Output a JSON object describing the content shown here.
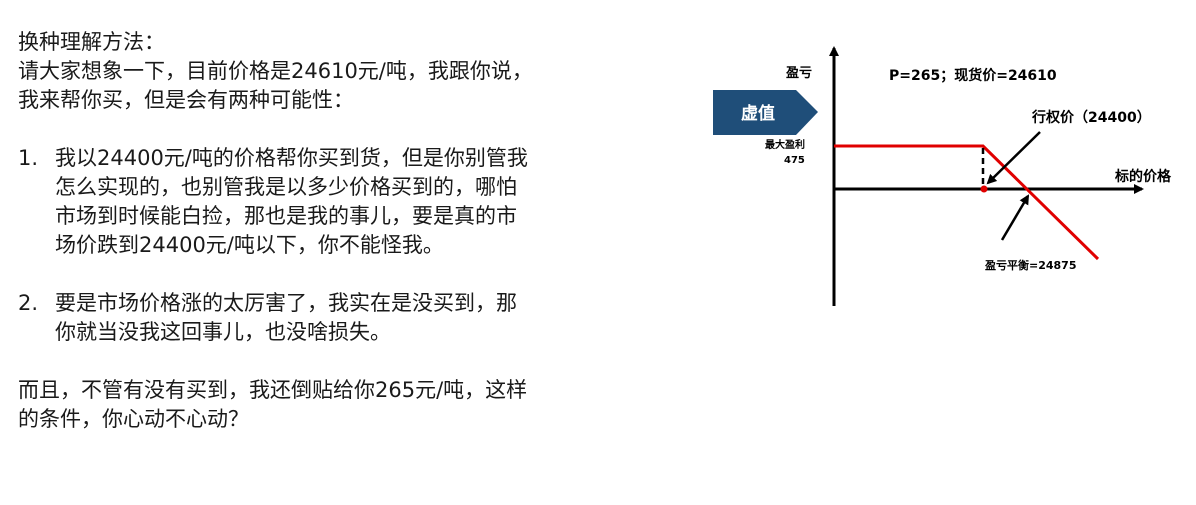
{
  "text": {
    "heading": "换种理解方法：",
    "intro_line1": "请大家想象一下，目前价格是24610元/吨，我跟你说，",
    "intro_line2": "我来帮你买，但是会有两种可能性：",
    "items": [
      {
        "num": "1.",
        "lines": [
          "我以24400元/吨的价格帮你买到货，但是你别管我",
          "怎么实现的，也别管我是以多少价格买到的，哪怕",
          "市场到时候能白捡，那也是我的事儿，要是真的市",
          "场价跌到24400元/吨以下，你不能怪我。"
        ]
      },
      {
        "num": "2.",
        "lines": [
          "要是市场价格涨的太厉害了，我实在是没买到，那",
          "你就当没我这回事儿，也没啥损失。"
        ]
      }
    ],
    "closing_line1": "而且，不管有没有买到，我还倒贴给你265元/吨，这样",
    "closing_line2": "的条件，你心动不心动？"
  },
  "diagram": {
    "y_axis_label": "盈亏",
    "x_axis_label": "标的价格",
    "header": "P=265；现货价=24610",
    "badge": "虚值",
    "max_profit_label": "最大盈利",
    "max_profit_value": "475",
    "strike_label": "行权价（24400）",
    "breakeven_label": "盈亏平衡=24875",
    "payoff_color": "#e00000",
    "badge_color": "#1f4e79"
  }
}
